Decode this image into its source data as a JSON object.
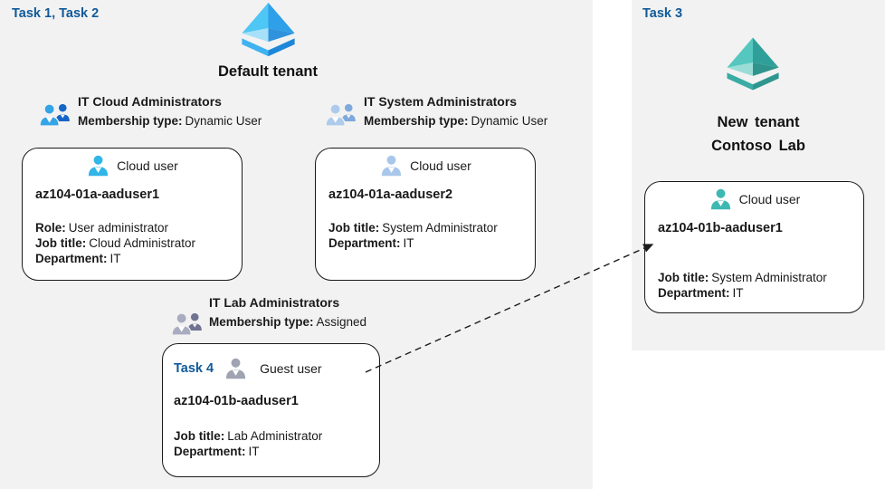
{
  "left": {
    "task_label": "Task 1, Task 2",
    "tenant_name": "Default tenant",
    "groups": [
      {
        "name": "IT Cloud Administrators",
        "membership_label": "Membership type:",
        "membership_value": "Dynamic User"
      },
      {
        "name": "IT System Administrators",
        "membership_label": "Membership type:",
        "membership_value": "Dynamic User"
      },
      {
        "name": "IT Lab Administrators",
        "membership_label": "Membership type:",
        "membership_value": "Assigned"
      }
    ],
    "cards": [
      {
        "user_type": "Cloud user",
        "username": "az104-01a-aaduser1",
        "attributes": [
          {
            "label": "Role:",
            "value": "User administrator"
          },
          {
            "label": "Job title:",
            "value": "Cloud Administrator"
          },
          {
            "label": "Department:",
            "value": "IT"
          }
        ]
      },
      {
        "user_type": "Cloud user",
        "username": "az104-01a-aaduser2",
        "attributes": [
          {
            "label": "Job title:",
            "value": "System Administrator"
          },
          {
            "label": "Department:",
            "value": "IT"
          }
        ]
      },
      {
        "task_label": "Task 4",
        "user_type": "Guest user",
        "username": "az104-01b-aaduser1",
        "attributes": [
          {
            "label": "Job title:",
            "value": "Lab Administrator"
          },
          {
            "label": "Department:",
            "value": "IT"
          }
        ]
      }
    ]
  },
  "right": {
    "task_label": "Task 3",
    "tenant_name_line1": "New tenant",
    "tenant_name_line2": "Contoso Lab",
    "card": {
      "user_type": "Cloud user",
      "username": "az104-01b-aaduser1",
      "attributes": [
        {
          "label": "Job title:",
          "value": "System Administrator"
        },
        {
          "label": "Department:",
          "value": "IT"
        }
      ]
    }
  },
  "colors": {
    "task_label_blue": "#0f5a99",
    "panel_bg": "#f2f2f2",
    "azure_icon": {
      "face_tl": "#4ec7f4",
      "face_tr": "#2e9fe9",
      "face_bl": "#a6e1f9",
      "face_br": "#2e93dc",
      "base_l": "#3fb2f0",
      "base_r": "#1d87d8"
    },
    "teal_icon": {
      "face_tl": "#55c7bf",
      "face_tr": "#2fa099",
      "face_bl": "#9addd6",
      "face_br": "#2f948d",
      "base_l": "#3aaca4",
      "base_r": "#2e968f"
    },
    "cloud_user_icon": "#30b6e8",
    "cloud_user2_icon": "#a9c7ea",
    "guest_user_icon": "#9fa3b2",
    "teal_user_icon": "#3eb8b2",
    "group1_icon_front": "#33a4e6",
    "group1_icon_back": "#1565c8",
    "group2_icon_front": "#aecbec",
    "group2_icon_back": "#7fa8dc",
    "group3_icon_front": "#a9abc0",
    "group3_icon_back": "#6f7290"
  }
}
